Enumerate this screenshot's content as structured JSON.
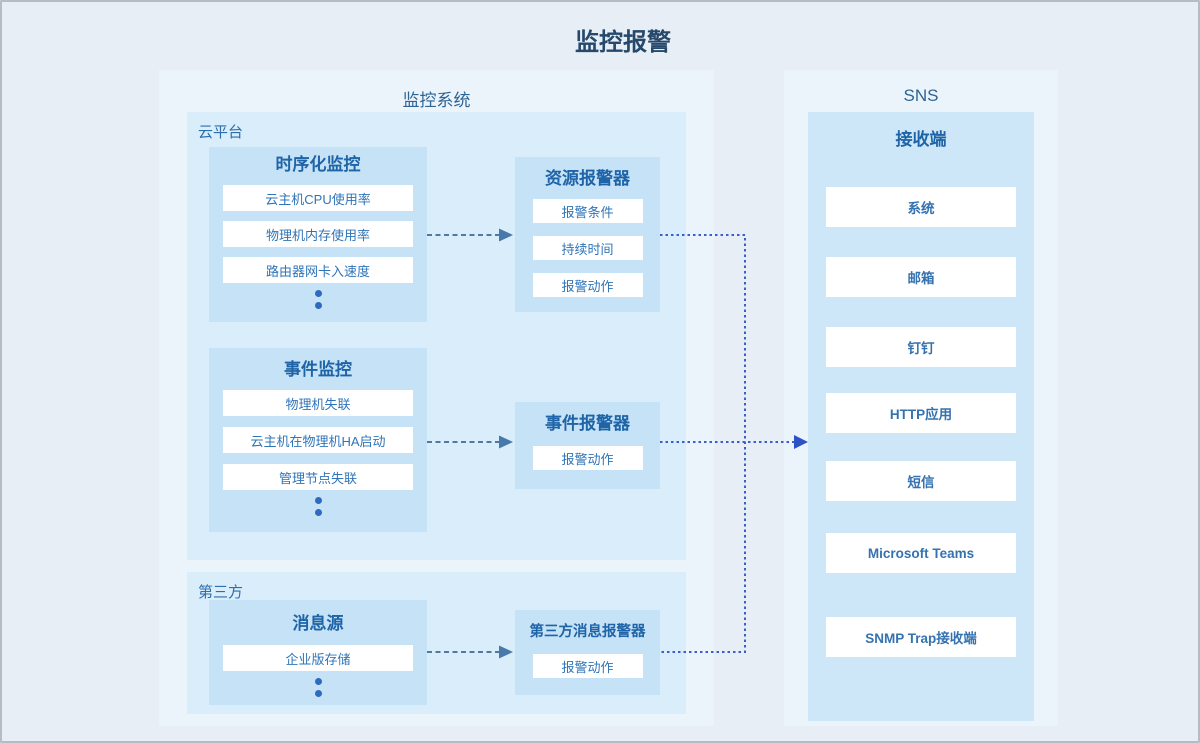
{
  "title": "监控报警",
  "monitoring_system": {
    "title": "监控系统",
    "cloud_platform": {
      "label": "云平台",
      "timeseries_monitor": {
        "title": "时序化监控",
        "items": [
          "云主机CPU使用率",
          "物理机内存使用率",
          "路由器网卡入速度"
        ]
      },
      "resource_alarm": {
        "title": "资源报警器",
        "items": [
          "报警条件",
          "持续时间",
          "报警动作"
        ]
      },
      "event_monitor": {
        "title": "事件监控",
        "items": [
          "物理机失联",
          "云主机在物理机HA启动",
          "管理节点失联"
        ]
      },
      "event_alarm": {
        "title": "事件报警器",
        "items": [
          "报警动作"
        ]
      }
    },
    "third_party": {
      "label": "第三方",
      "message_source": {
        "title": "消息源",
        "items": [
          "企业版存储"
        ]
      },
      "third_party_alarm": {
        "title": "第三方消息报警器",
        "items": [
          "报警动作"
        ]
      }
    }
  },
  "sns": {
    "title": "SNS",
    "receiver": {
      "title": "接收端",
      "items": [
        "系统",
        "邮箱",
        "钉钉",
        "HTTP应用",
        "短信",
        "Microsoft Teams",
        "SNMP Trap接收端"
      ]
    }
  },
  "colors": {
    "page_background": "#e8eef6",
    "outer_panel": "#ebf3fb",
    "inner_panel": "#daedfa",
    "box_blue": "#c6e2f7",
    "item_white": "#ffffff",
    "title_navy": "#25486b",
    "header_blue": "#1e64a7",
    "item_text_blue": "#2f74b8",
    "short_arrow_steel_blue": "#4879ab",
    "connector_royal_blue": "#3c5ec8",
    "ellipsis_dot_blue": "#2e6ac0"
  }
}
